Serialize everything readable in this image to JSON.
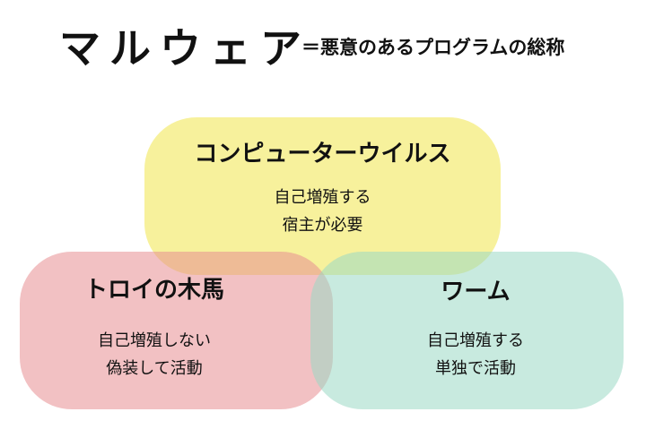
{
  "title": "マルウェア",
  "subtitle": "＝悪意のあるプログラムの総称",
  "categories": {
    "virus": {
      "name": "コンピューターウイルス",
      "line1": "自己増殖する",
      "line2": "宿主が必要",
      "color": "#f0e64a"
    },
    "trojan": {
      "name": "トロイの木馬",
      "line1": "自己増殖しない",
      "line2": "偽装して活動",
      "color": "#e88e91"
    },
    "worm": {
      "name": "ワーム",
      "line1": "自己増殖する",
      "line2": "単独で活動",
      "color": "#9ad9c4"
    }
  }
}
